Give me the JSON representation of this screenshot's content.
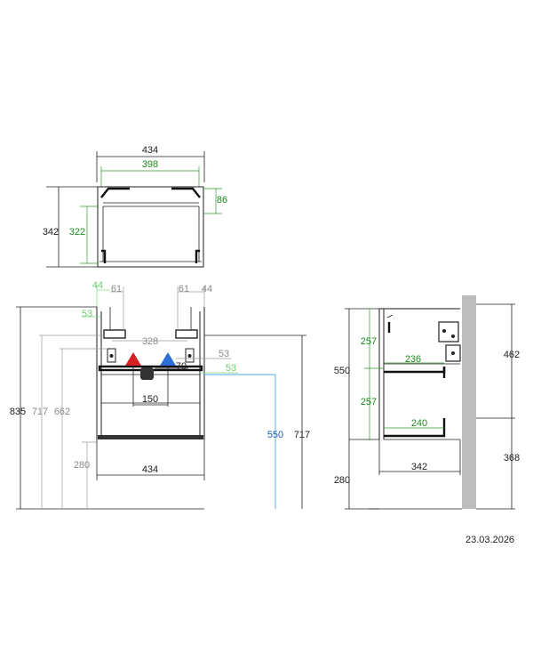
{
  "colors": {
    "background": "#ffffff",
    "outline": "#222222",
    "gray_dimension": "#8a8a8a",
    "green_dimension": "#1e8a1e",
    "light_green_dimension": "#6fd06f",
    "blue_dimension": "#1f5fb8",
    "hot_valve": "#d42020",
    "cold_valve": "#2a6fd6",
    "wall": "#bdbdbd"
  },
  "top_view": {
    "width_outer": "434",
    "width_inner": "398",
    "depth_outer": "342",
    "depth_inner": "322",
    "offset": "86"
  },
  "front_view": {
    "left_44": "44",
    "left_61": "61",
    "right_61": "61",
    "right_44": "44",
    "left_53": "53",
    "center_328": "328",
    "right_53": "53",
    "drain_70": "70",
    "side_53": "53",
    "spacing_150": "150",
    "height_835": "835",
    "height_717": "717",
    "height_662": "662",
    "height_280": "280",
    "bottom_width_434": "434",
    "blue_550": "550",
    "right_717": "717"
  },
  "side_view": {
    "height_550": "550",
    "height_280": "280",
    "drawer_257_top": "257",
    "drawer_257_bottom": "257",
    "rail_236": "236",
    "rail_240": "240",
    "depth_342": "342",
    "right_462": "462",
    "right_368": "368"
  },
  "footer": {
    "date": "23.03.2026"
  }
}
